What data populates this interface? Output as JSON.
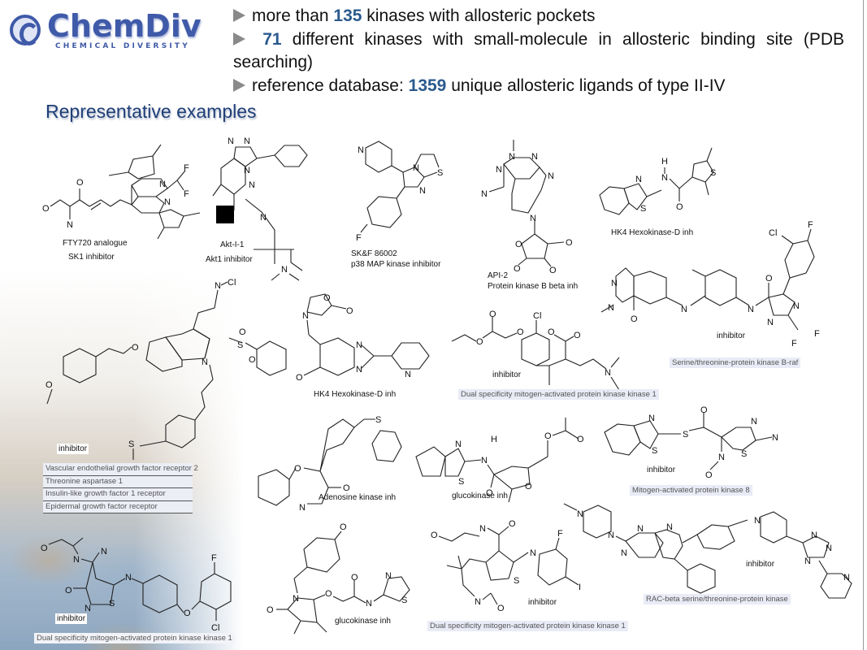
{
  "logo": {
    "name": "ChemDiv",
    "tagline": "CHEMICAL DIVERSITY",
    "brand_color": "#3f5aa8"
  },
  "bullets": [
    {
      "pre": "more than ",
      "num": "135",
      "post": " kinases with allosteric pockets"
    },
    {
      "pre": " ",
      "num": "71",
      "post": " different kinases with small-molecule in allosteric binding site (PDB searching)"
    },
    {
      "pre": "reference database: ",
      "num": "1359",
      "post": " unique allosteric ligands of type II-IV"
    }
  ],
  "bullet_icon": "triangle-right-icon",
  "accent_number_color": "#2a5a8e",
  "section_title": "Representative examples",
  "compounds": [
    {
      "id": "fty720",
      "name": "FTY720 analogue",
      "activity": "SK1 inhibitor"
    },
    {
      "id": "akt-i-1",
      "name": "Akt-I-1",
      "activity": "Akt1 inhibitor"
    },
    {
      "id": "skf86002",
      "name": "SK&F 86002",
      "activity": "p38 MAP kinase inhibitor"
    },
    {
      "id": "api-2",
      "name": "API-2",
      "activity": "Protein kinase B beta inh"
    },
    {
      "id": "hk4-thiophene",
      "activity": "HK4 Hexokinase-D inh"
    },
    {
      "id": "indole",
      "activity": "inhibitor",
      "targets": [
        "Vascular endothelial growth factor receptor 2",
        "Threonine aspartase 1",
        "Insulin-like growth factor 1 receptor",
        "Epidermal growth factor receptor"
      ]
    },
    {
      "id": "hk4-benzimidazole",
      "activity": "HK4 Hexokinase-D inh"
    },
    {
      "id": "coumarin",
      "activity": "inhibitor",
      "target": "Dual specificity mitogen-activated protein kinase kinase 1"
    },
    {
      "id": "quinazolinone",
      "activity": "inhibitor",
      "target": "Serine/threonine-protein kinase B-raf"
    },
    {
      "id": "benzoxazepine",
      "activity": "Adenosine kinase inh"
    },
    {
      "id": "furan-glucokinase",
      "activity": "glucokinase inh"
    },
    {
      "id": "benzothiazole",
      "activity": "inhibitor",
      "target": "Mitogen-activated protein kinase 8"
    },
    {
      "id": "isothiazole",
      "activity": "inhibitor",
      "target": "Dual specificity mitogen-activated protein kinase kinase 1"
    },
    {
      "id": "pyrrolone",
      "activity": "glucokinase inh"
    },
    {
      "id": "thienoazepine",
      "activity": "inhibitor",
      "target": "Dual specificity mitogen-activated protein kinase kinase 1"
    },
    {
      "id": "pyridopyrimidine",
      "activity": "inhibitor",
      "target": "RAC-beta serine/threonine-protein kinase"
    }
  ]
}
